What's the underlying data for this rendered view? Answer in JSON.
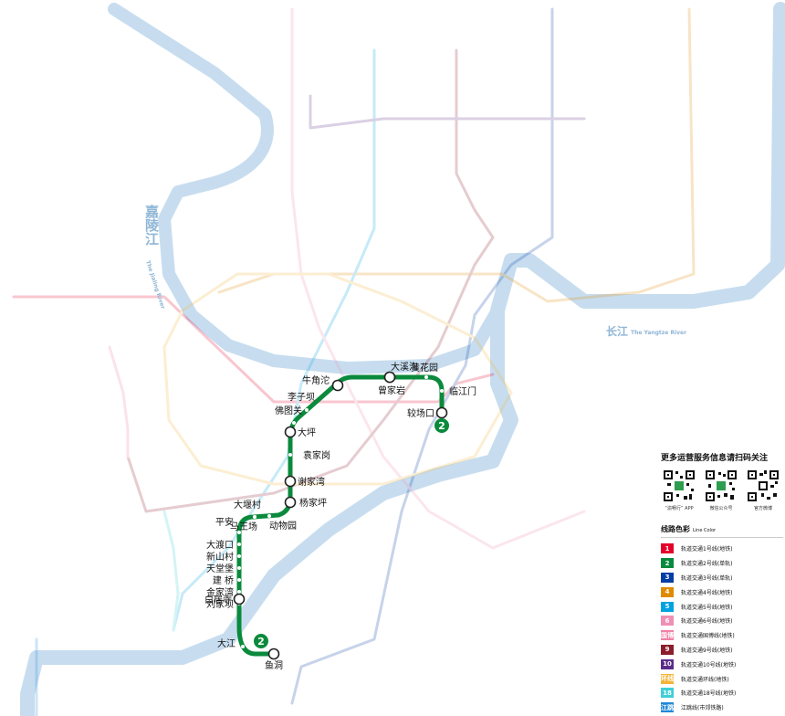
{
  "rivers": {
    "jialing": {
      "name": "嘉陵江",
      "name_en": "The Jialing River"
    },
    "yangtze": {
      "name": "长江",
      "name_en": "The Yangtze River"
    }
  },
  "colors": {
    "line2": "#0a8a3c",
    "river": "#c7ddef",
    "faded_line1": "#e4002b",
    "faded_line3": "#003da5",
    "faded_line4": "#e08a00",
    "faded_line5": "#00a3e0",
    "faded_line6": "#f08fb5",
    "faded_line9": "#8b1d2c",
    "faded_line10": "#5b2c8a",
    "faded_loop": "#f5b335",
    "faded_line18": "#3fcfd6"
  },
  "line2": {
    "number": "2",
    "stations": [
      {
        "label": "较场口",
        "transfer": true
      },
      {
        "label": "临江门",
        "transfer": false
      },
      {
        "label": "黄花园",
        "transfer": false
      },
      {
        "label": "大溪沟",
        "transfer": true
      },
      {
        "label": "曾家岩",
        "transfer": true
      },
      {
        "label": "牛角沱",
        "transfer": true
      },
      {
        "label": "李子坝",
        "transfer": false
      },
      {
        "label": "佛图关",
        "transfer": false
      },
      {
        "label": "大坪",
        "transfer": true
      },
      {
        "label": "袁家岗",
        "transfer": false
      },
      {
        "label": "谢家湾",
        "transfer": true
      },
      {
        "label": "杨家坪",
        "transfer": true
      },
      {
        "label": "动物园",
        "transfer": false
      },
      {
        "label": "大堰村",
        "transfer": false
      },
      {
        "label": "马王场",
        "transfer": false
      },
      {
        "label": "平安",
        "transfer": false
      },
      {
        "label": "大渡口",
        "transfer": false
      },
      {
        "label": "新山村",
        "transfer": false
      },
      {
        "label": "天堂堡",
        "transfer": false
      },
      {
        "label": "建 桥",
        "transfer": false
      },
      {
        "label": "金家湾",
        "transfer": false
      },
      {
        "label": "刘家坝",
        "transfer": false
      },
      {
        "label": "白居寺",
        "transfer": true
      },
      {
        "label": "大江",
        "transfer": false
      },
      {
        "label": "鱼洞",
        "transfer": true
      }
    ]
  },
  "qr": {
    "title": "更多运营服务信息请扫码关注",
    "items": [
      {
        "caption": "“渝畅行” APP"
      },
      {
        "caption": "微信公众号"
      },
      {
        "caption": "官方微博"
      }
    ]
  },
  "legend": {
    "title": "线路色彩",
    "title_en": "Line Color",
    "items": [
      {
        "badge": "1",
        "name": "轨道交通1号线(地铁)",
        "color": "#e4002b"
      },
      {
        "badge": "2",
        "name": "轨道交通2号线(单轨)",
        "color": "#0a8a3c"
      },
      {
        "badge": "3",
        "name": "轨道交通3号线(单轨)",
        "color": "#003da5"
      },
      {
        "badge": "4",
        "name": "轨道交通4号线(地铁)",
        "color": "#e08a00"
      },
      {
        "badge": "5",
        "name": "轨道交通5号线(地铁)",
        "color": "#00a3e0"
      },
      {
        "badge": "6",
        "name": "轨道交通6号线(地铁)",
        "color": "#f08fb5"
      },
      {
        "badge": "国博",
        "name": "轨道交通国博线(地铁)",
        "color": "#f07fa6"
      },
      {
        "badge": "9",
        "name": "轨道交通9号线(地铁)",
        "color": "#8b1d2c"
      },
      {
        "badge": "10",
        "name": "轨道交通10号线(地铁)",
        "color": "#5b2c8a"
      },
      {
        "badge": "环线",
        "name": "轨道交通环线(地铁)",
        "color": "#f5b335"
      },
      {
        "badge": "18",
        "name": "轨道交通18号线(地铁)",
        "color": "#3fcfd6"
      },
      {
        "badge": "江跳",
        "name": "江跳线(市郊铁路)",
        "color": "#1e88d8"
      }
    ]
  }
}
